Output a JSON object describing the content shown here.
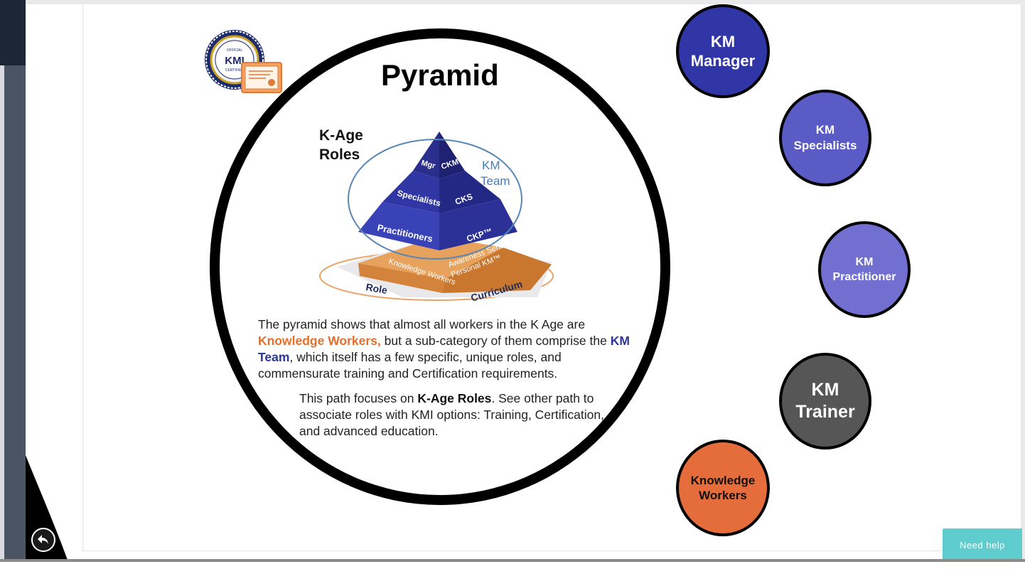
{
  "slide": {
    "title": "Pyramid",
    "section_label": "K-Age Roles",
    "description": {
      "part1": "The pyramid shows that almost all workers in the K Age are ",
      "highlight_knowledge_workers": "Knowledge Workers,",
      "part2": " but a sub-category of them comprise the ",
      "highlight_km_team": "KM Team",
      "part3": ", which itself has a few specific, unique roles, and commensurate training and Certification requirements."
    },
    "path_text": {
      "part1": "This path focuses on ",
      "bold": "K-Age Roles",
      "part2": ". See other path to associate roles with KMI options: Training, Certification, and advanced education."
    }
  },
  "pyramid": {
    "km_team_label": "KM Team",
    "tier_mgr": "Mgr",
    "tier_ckm": "CKM",
    "tier_specialists": "Specialists",
    "tier_cks": "CKS",
    "tier_practitioners": "Practitioners",
    "tier_ckp": "CKP™",
    "base_knowledge_workers": "Knowledge Workers",
    "base_awareness": "Awareness Series",
    "base_personal_km": "Personal KM™",
    "base_role": "Role",
    "base_curriculum": "Curriculum"
  },
  "logo": {
    "seal_top_text": "OFFICIAL",
    "seal_main_text": "KMI",
    "seal_bottom_text": "CERTIFIED"
  },
  "role_circles": [
    {
      "line1": "KM",
      "line2": "Manager",
      "color": "#3136a6"
    },
    {
      "line1": "KM",
      "line2": "Specialists",
      "color": "#5a5bc4"
    },
    {
      "line1": "KM",
      "line2": "Practitioner",
      "color": "#7170d0"
    },
    {
      "line1": "KM",
      "line2": "Trainer",
      "color": "#565656"
    },
    {
      "line1": "Knowledge",
      "line2": "Workers",
      "color": "#e56d3c"
    }
  ],
  "help": {
    "label": "Need help"
  },
  "colors": {
    "accent_orange": "#e56f2c",
    "accent_blue": "#2d3597",
    "help_teal": "#5fcdcd"
  },
  "icons": {
    "back": "back-arrow-icon"
  }
}
